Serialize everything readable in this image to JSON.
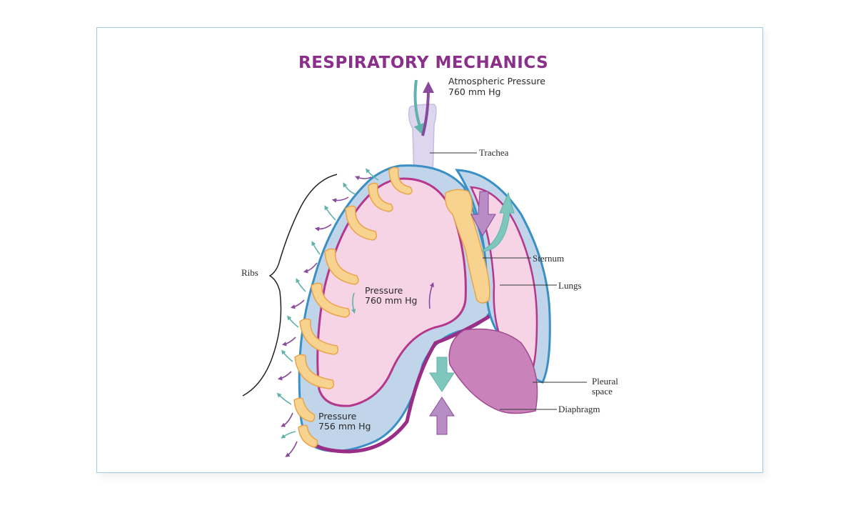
{
  "title": "RESPIRATORY MECHANICS",
  "atmospheric_pressure": {
    "label": "Atmospheric Pressure",
    "value": "760 mm Hg"
  },
  "intrapulmonary_pressure": {
    "label": "Pressure",
    "value": "760 mm Hg"
  },
  "intrapleural_pressure": {
    "label": "Pressure",
    "value": "756 mm Hg"
  },
  "labels": {
    "trachea": "Trachea",
    "ribs": "Ribs",
    "sternum": "Sternum",
    "lungs": "Lungs",
    "pleural_space_line1": "Pleural",
    "pleural_space_line2": "space",
    "diaphragm": "Diaphragm"
  },
  "colors": {
    "title": "#8a2f8a",
    "inhale_arrow": "#5fb3aa",
    "exhale_arrow": "#8a4a9c",
    "lung_fill": "#f5d3e6",
    "pleura": "#bcd3ea",
    "rib": "#f8d28f",
    "diaphragm": "#c97fb8",
    "trachea": "#d9d4ee"
  }
}
